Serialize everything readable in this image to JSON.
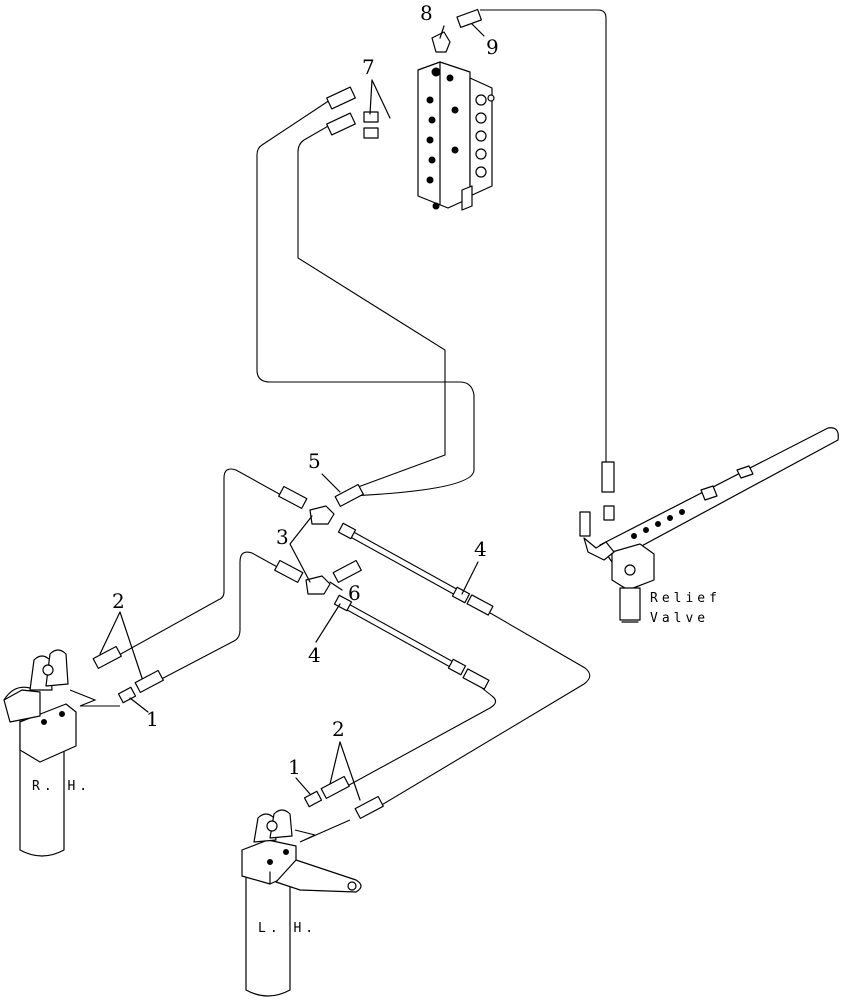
{
  "callouts": {
    "c1a": "1",
    "c1b": "1",
    "c2a": "2",
    "c2b": "2",
    "c3": "3",
    "c4a": "4",
    "c4b": "4",
    "c5": "5",
    "c6": "6",
    "c7": "7",
    "c8": "8",
    "c9": "9"
  },
  "labels": {
    "rh": "R. H.",
    "lh": "L. H.",
    "relief_line1": "Relief",
    "relief_line2": "Valve"
  }
}
